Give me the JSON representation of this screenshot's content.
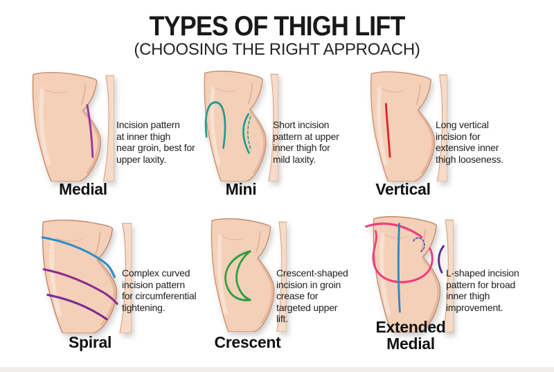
{
  "title": "TYPES OF THIGH LIFT",
  "subtitle": "(CHOOSING THE RIGHT APPROACH)",
  "skin": {
    "fill": "#f5d0b8",
    "sliver_fill": "#f6dbc9",
    "outline": "#c2876a",
    "shadow": "#d8a285"
  },
  "panels": [
    {
      "label": "Medial",
      "description": "Incision pattern\nat inner thigh\nnear groin, best for\nupper laxity.",
      "incision_colors": [
        "#9a3a96"
      ]
    },
    {
      "label": "Mini",
      "description": "Short incision\npattern at upper\ninner thigh for\nmild laxity.",
      "incision_colors": [
        "#1e9c8d"
      ]
    },
    {
      "label": "Vertical",
      "description": "Long vertical\nincision for\nextensive inner\nthigh looseness.",
      "incision_colors": [
        "#d6222b"
      ]
    },
    {
      "label": "Spiral",
      "description": "Complex curved\nincision pattern\nfor circumferential\ntightening.",
      "incision_colors": [
        "#2f8fc5",
        "#8e2d92",
        "#7b2b96"
      ]
    },
    {
      "label": "Crescent",
      "description": "Crescent-shaped\nincision in groin\ncrease for\ntargeted upper\nlift.",
      "incision_colors": [
        "#2f9e42"
      ]
    },
    {
      "label": "Extended Medial",
      "description": "L-shaped incision\npattern for broad\ninner thigh\nimprovement.",
      "incision_colors": [
        "#ee3e7f",
        "#2b87c8",
        "#5c2d91",
        "#4a55a8"
      ]
    }
  ]
}
